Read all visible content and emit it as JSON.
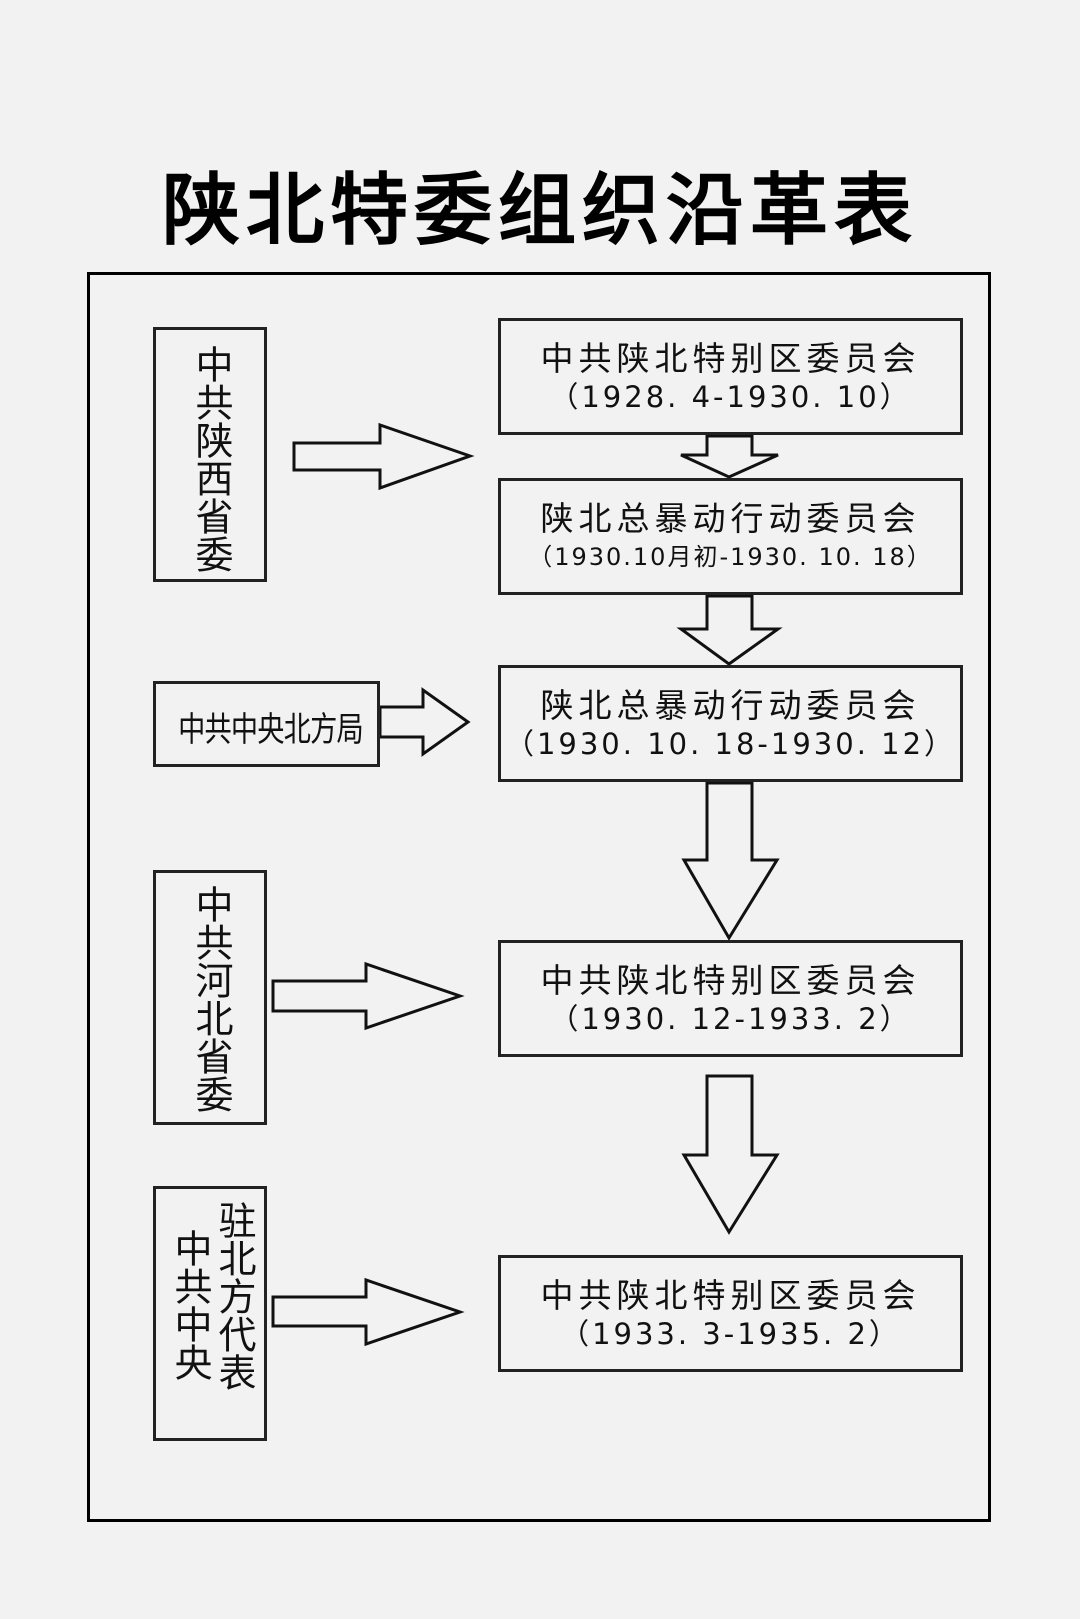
{
  "title": "陕北特委组织沿革表",
  "timeline": [
    {
      "name": "中共陕北特别区委员会",
      "period": "（1928. 4-1930. 10）"
    },
    {
      "name": "陕北总暴动行动委员会",
      "period": "（1930.10月初-1930. 10. 18）"
    },
    {
      "name": "陕北总暴动行动委员会",
      "period": "（1930. 10. 18-1930. 12）"
    },
    {
      "name": "中共陕北特别区委员会",
      "period": "（1930. 12-1933. 2）"
    },
    {
      "name": "中共陕北特别区委员会",
      "period": "（1933. 3-1935. 2）"
    }
  ],
  "sources": [
    {
      "label": "中共陕西省委",
      "orientation": "vertical"
    },
    {
      "label": "中共中央北方局",
      "orientation": "horizontal"
    },
    {
      "label": "中共河北省委",
      "orientation": "vertical"
    },
    {
      "label_col1": "中共中央",
      "label_col2": "驻北方代表",
      "orientation": "vertical-two-column"
    }
  ],
  "colors": {
    "background": "#f2f2f2",
    "stroke": "#111111",
    "text": "#111111"
  }
}
